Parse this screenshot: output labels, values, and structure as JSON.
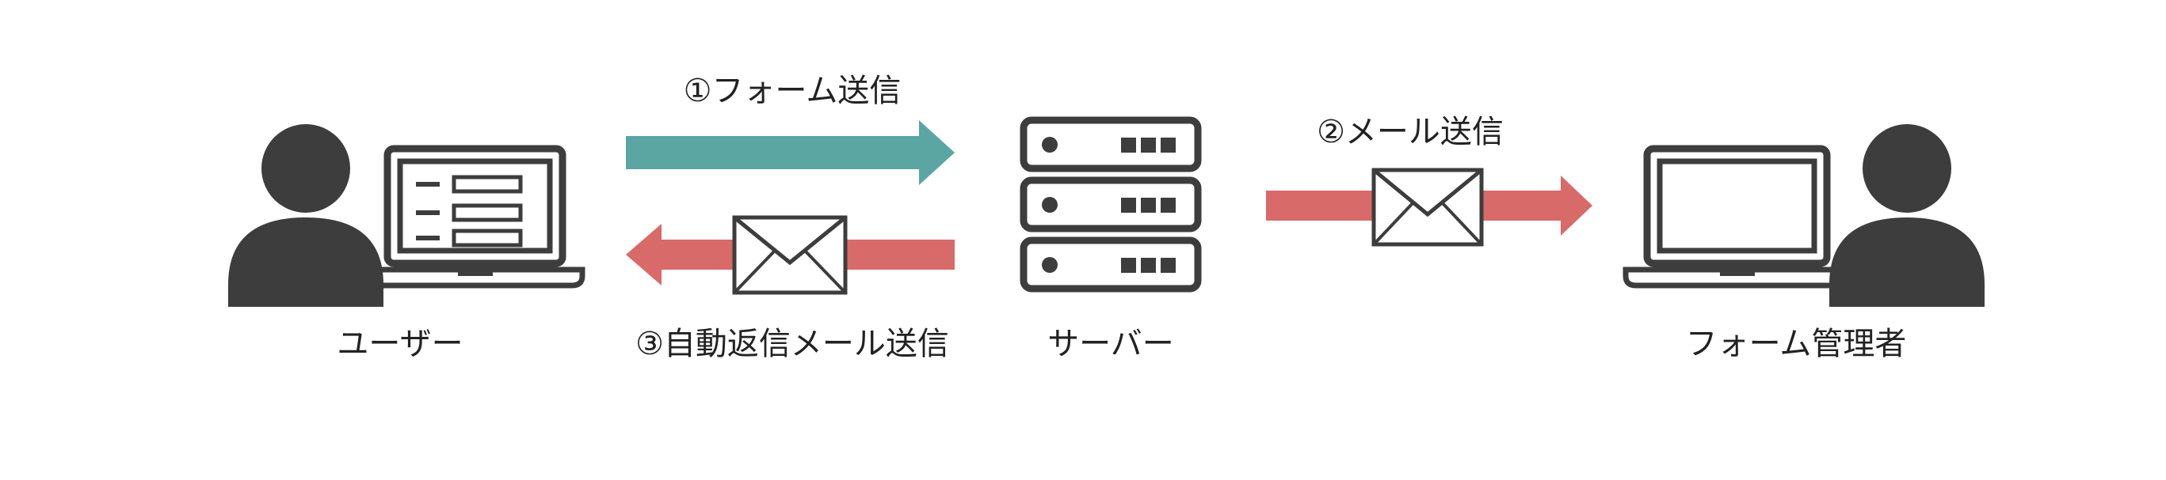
{
  "nodes": {
    "user": "ユーザー",
    "server": "サーバー",
    "admin": "フォーム管理者"
  },
  "steps": {
    "form_send": "①フォーム送信",
    "mail_send": "②メール送信",
    "auto_reply": "③自動返信メール送信"
  },
  "icons": {
    "user": "person-icon",
    "user_device": "laptop-form-icon",
    "server": "server-rack-icon",
    "admin": "person-icon",
    "admin_device": "laptop-icon",
    "mail": "envelope-icon"
  },
  "colors": {
    "icon": "#3d3d3d",
    "form_arrow": "#5ba5a2",
    "mail_arrow": "#d86a69",
    "text": "#222222"
  }
}
